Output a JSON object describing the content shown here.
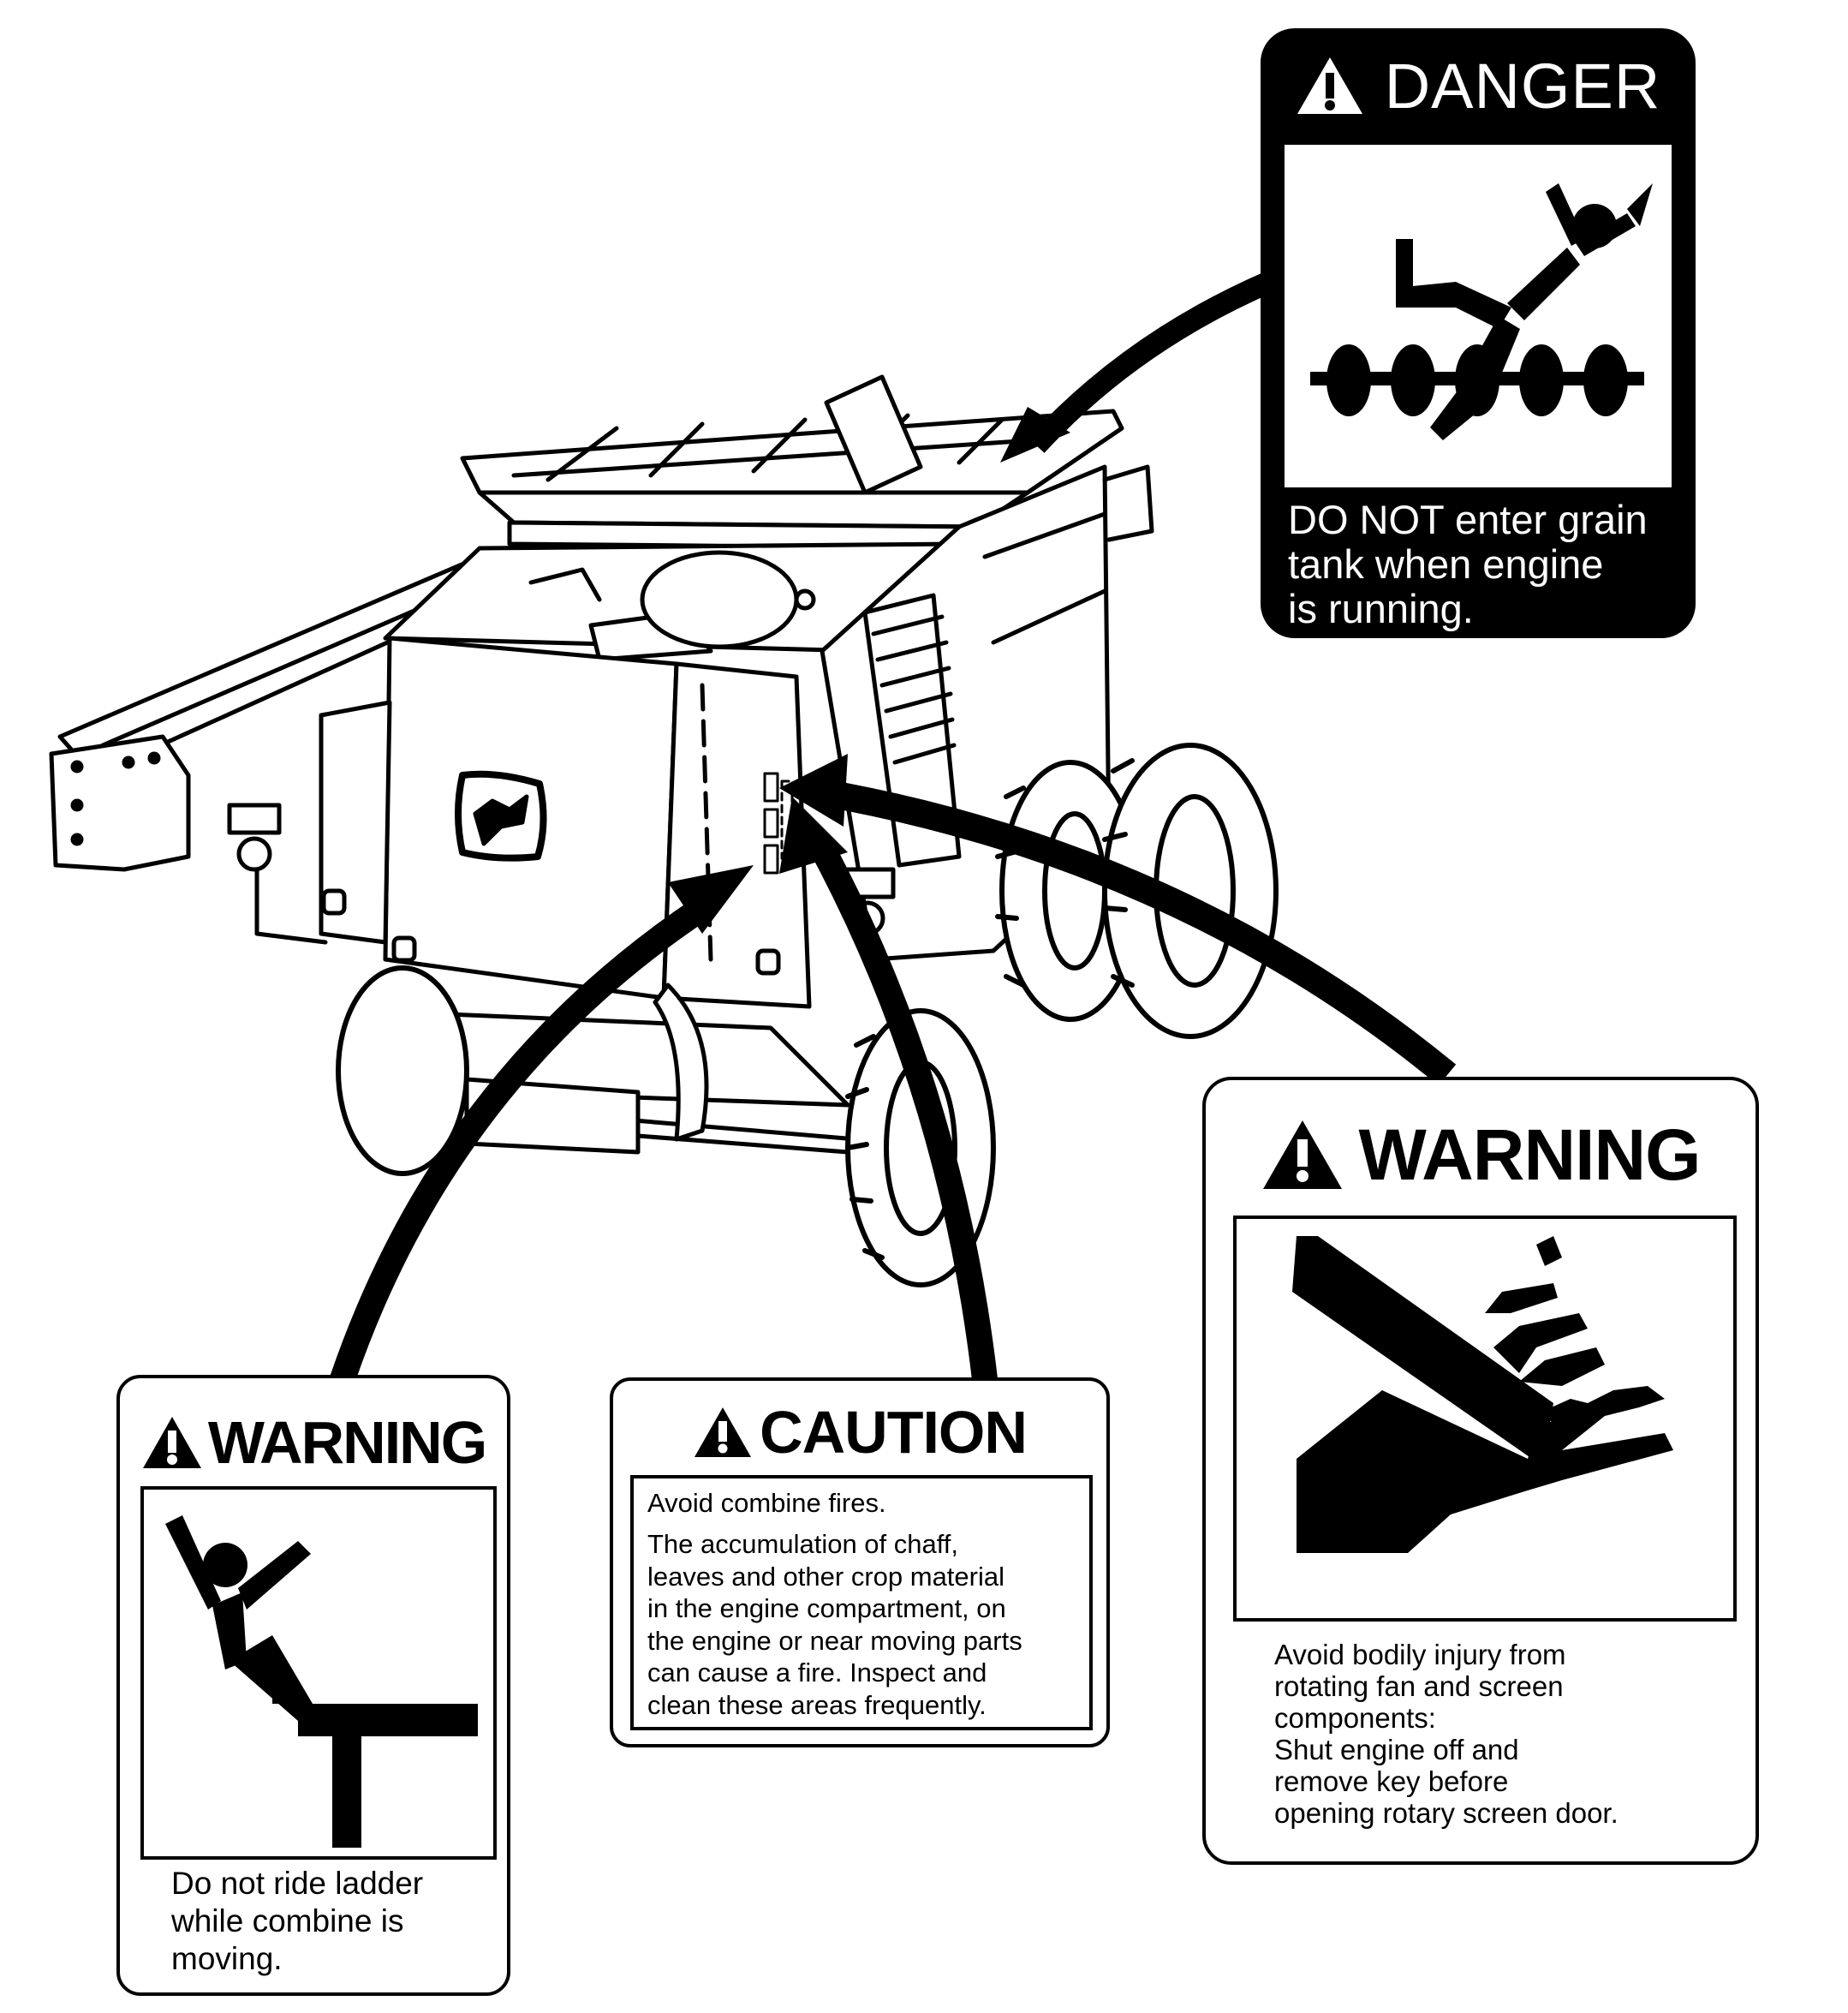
{
  "danger_label": {
    "signal_word": "DANGER",
    "message_lines": [
      "DO NOT enter grain",
      "tank when engine",
      "is running."
    ]
  },
  "ladder_warning_label": {
    "signal_word": "WARNING",
    "message_lines": [
      "Do not ride ladder",
      "while combine is",
      "moving."
    ]
  },
  "caution_label": {
    "signal_word": "CAUTION",
    "heading": "Avoid combine fires.",
    "body_lines": [
      "The accumulation of chaff,",
      "leaves and other crop material",
      "in the engine compartment, on",
      "the engine or near moving parts",
      "can cause a fire. Inspect and",
      "clean these areas frequently."
    ]
  },
  "fan_warning_label": {
    "signal_word": "WARNING",
    "message_lines": [
      "Avoid bodily injury from",
      "rotating fan and screen",
      "components:",
      "Shut engine off and",
      "remove key before",
      "opening rotary screen door."
    ]
  },
  "icons": {
    "alert": "alert-triangle-icon",
    "brand_logo": "leaping-deer-logo",
    "danger_picto": "auger-entanglement-icon",
    "ladder_picto": "fall-from-platform-icon",
    "fan_picto": "hand-blade-cut-icon"
  },
  "colors": {
    "ink": "#000000",
    "paper": "#ffffff"
  }
}
